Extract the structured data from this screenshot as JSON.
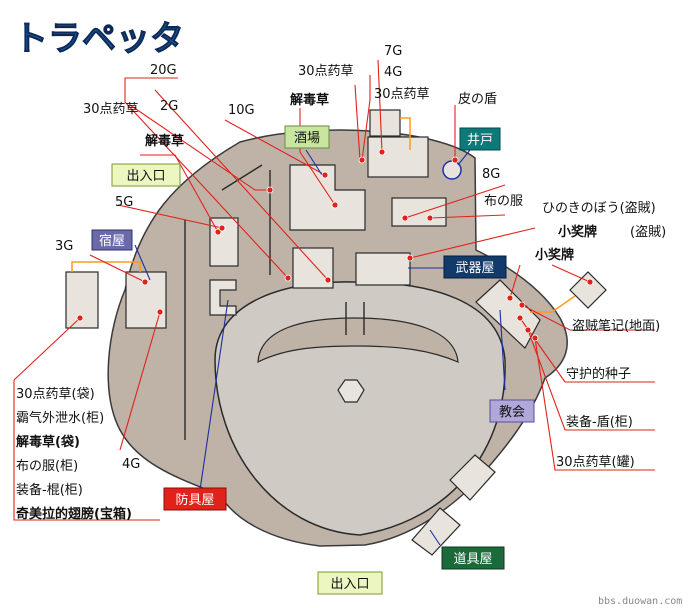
{
  "title": "トラペッタ",
  "locations": {
    "inn": "宿屋",
    "bar": "酒場",
    "well": "井戸",
    "weapon_shop": "武器屋",
    "armor_shop": "防具屋",
    "item_shop": "道具屋",
    "church": "教会",
    "entrance_top": "出入口",
    "entrance_bottom": "出入口"
  },
  "items": {
    "g20": "20G",
    "g2": "2G",
    "herb30_a": "30点药草",
    "g10": "10G",
    "antidote_a": "解毒草",
    "antidote_b": "解毒草",
    "g5": "5G",
    "g3": "3G",
    "g7": "7G",
    "g4_top": "4G",
    "herb30_b": "30点药草",
    "herb30_c": "30点药草",
    "leather_shield": "皮の盾",
    "g8": "8G",
    "cloth": "布の服",
    "stick_steal": "ひのきのぼう(盗賊)",
    "small_medal_steal": "小奖牌",
    "small_medal_steal_note": "(盗賊)",
    "small_medal": "小奖牌",
    "thief_notes": "盗贼笔记(地面)",
    "guard_seed": "守护的种子",
    "equip_shield": "装备-盾(柜)",
    "herb30_jar": "30点药草(罐)",
    "g4_bottom": "4G"
  },
  "legend_list": [
    "30点药草(袋)",
    "霸气外泄水(柜)",
    "解毒草(袋)",
    "布の服(柜)",
    "装备-棍(柜)",
    "奇美拉的翅膀(宝箱)"
  ],
  "watermark": "bbs.duowan.com",
  "colors": {
    "ground": "#bfb3a8",
    "red_line": "#e0221b",
    "blue_line": "#1c2fa0",
    "orange_line": "#ff9a1a"
  }
}
